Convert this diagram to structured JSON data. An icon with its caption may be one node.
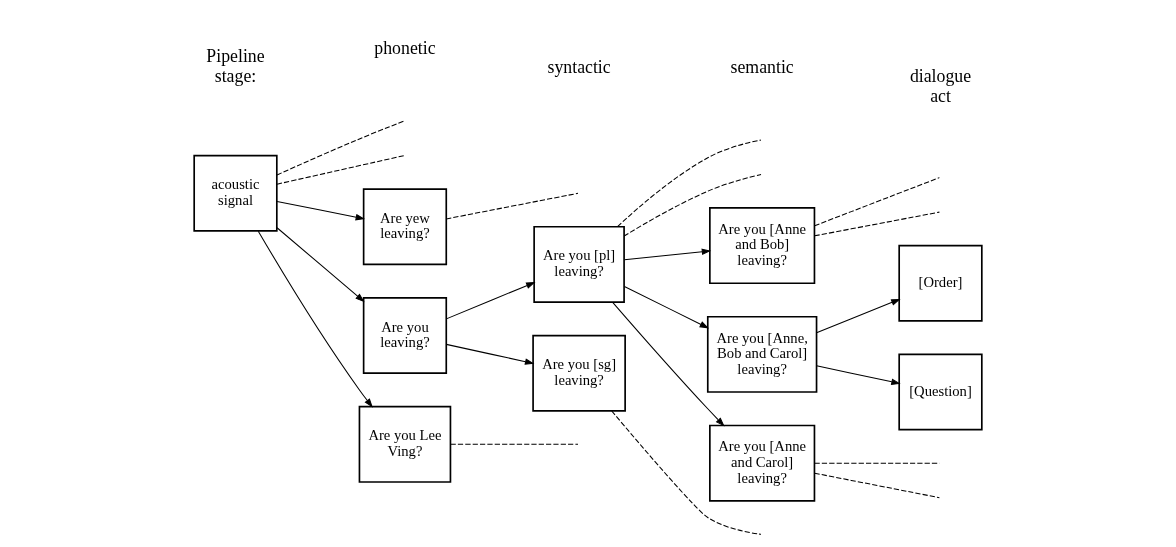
{
  "diagram": {
    "nodes": [
      {
        "text": [
          "acoustic signal"
        ]
      },
      {
        "text": [
          "Are yew leaving?"
        ]
      },
      {
        "text": [
          "Are you leaving?"
        ]
      },
      {
        "text": [
          "Are you Lee Ving?"
        ]
      },
      {
        "text": [
          "Are you [pl] leaving?"
        ]
      },
      {
        "text": [
          "Are you [sg] leaving?"
        ]
      },
      {
        "text": [
          "Are you [Anne and Bob] leaving?"
        ]
      },
      {
        "text": [
          "Are you [Anne, Bob and Carol] leaving?"
        ]
      },
      {
        "text": [
          "Are you [Anne and Carol] leaving?"
        ]
      },
      {
        "text": [
          "[Order]"
        ]
      },
      {
        "text": [
          "[Question]"
        ]
      }
    ],
    "edges": [
      {
        "from": 0,
        "to": null,
        "arrow": "none",
        "style": "dashed"
      },
      {
        "from": 0,
        "to": 1,
        "arrow": "to"
      },
      {
        "from": 0,
        "to": 2,
        "arrow": "to"
      },
      {
        "from": 0,
        "to": 3,
        "arrow": "to"
      },
      {
        "from": 0,
        "to": null,
        "arrow": "none",
        "style": "dashed"
      },
      {
        "from": 1,
        "to": null,
        "arrow": "none",
        "style": "dashed"
      },
      {
        "from": 2,
        "to": 4,
        "arrow": "to"
      },
      {
        "from": 2,
        "to": 5,
        "arrow": "to"
      },
      {
        "from": 3,
        "to": null,
        "arrow": "none",
        "style": "dashed"
      },
      {
        "from": 4,
        "to": null,
        "arrow": "none",
        "style": "dashed"
      },
      {
        "from": 4,
        "to": 6,
        "arrow": "to"
      },
      {
        "from": 4,
        "to": 7,
        "arrow": "to"
      },
      {
        "from": 4,
        "to": 8,
        "arrow": "to"
      },
      {
        "from": 4,
        "to": null,
        "arrow": "none",
        "style": "dashed"
      },
      {
        "from": 5,
        "to": null,
        "arrow": "none",
        "style": "dashed"
      },
      {
        "from": 6,
        "to": null,
        "arrow": "none",
        "style": "dashed"
      },
      {
        "from": 6,
        "to": null,
        "arrow": "none",
        "style": "dashed"
      },
      {
        "from": 7,
        "to": 9,
        "arrow": "to"
      },
      {
        "from": 7,
        "to": 10,
        "arrow": "to"
      },
      {
        "from": 8,
        "to": null,
        "arrow": "none",
        "style": "dashed"
      },
      {
        "from": 8,
        "to": null,
        "arrow": "none",
        "style": "dashed"
      }
    ],
    "labels": [
      "Pipeline stage:",
      "phonetic",
      "syntactic",
      "semantic",
      "dialogue act"
    ]
  }
}
